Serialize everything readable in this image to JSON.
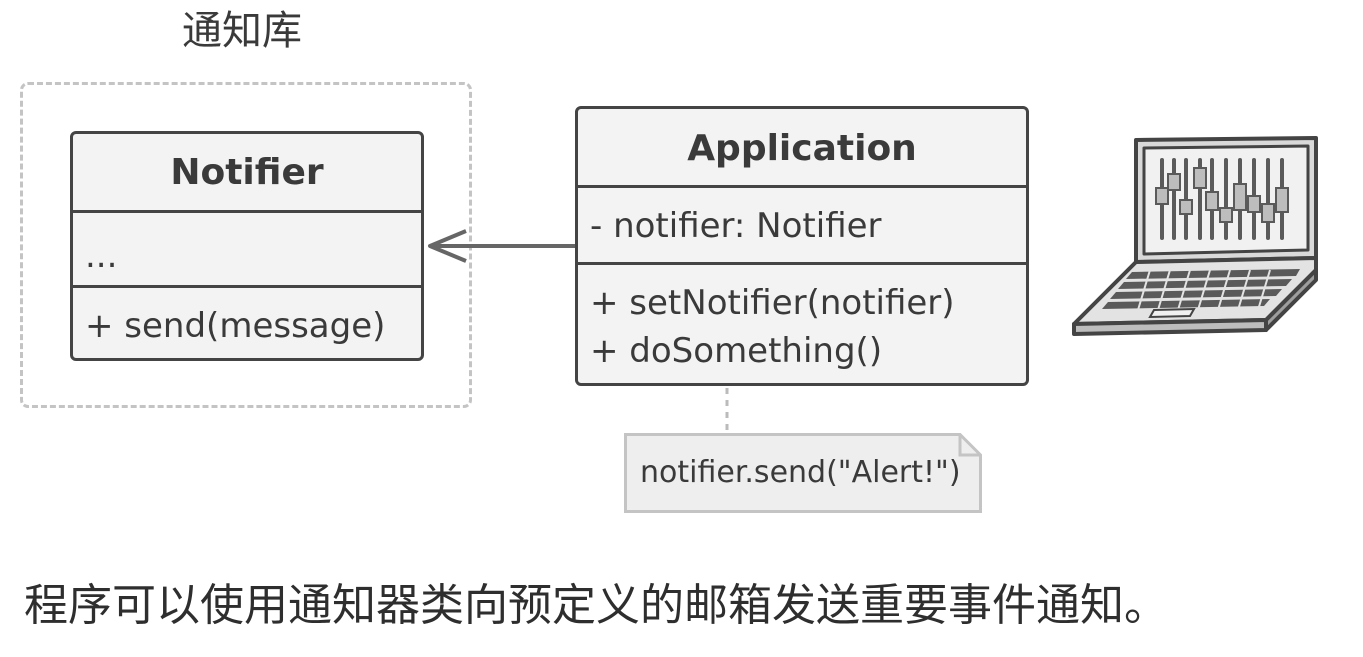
{
  "library_title": "通知库",
  "notifier_class": {
    "name": "Notifier",
    "fields": [
      "..."
    ],
    "methods": [
      "+ send(message)"
    ]
  },
  "application_class": {
    "name": "Application",
    "fields": [
      "- notifier: Notifier"
    ],
    "methods": [
      "+ setNotifier(notifier)",
      "+ doSomething()"
    ]
  },
  "note": {
    "text": "notifier.send(\"Alert!\")"
  },
  "caption": "程序可以使用通知器类向预定义的邮箱发送重要事件通知。",
  "colors": {
    "outline": "#444444",
    "box_fill": "#f3f3f3",
    "dashed_border": "#c4c4c4",
    "note_fill": "#eeeeee",
    "note_border": "#c4c4c4",
    "arrow": "#666666"
  },
  "icons": {
    "laptop": "laptop-icon"
  }
}
